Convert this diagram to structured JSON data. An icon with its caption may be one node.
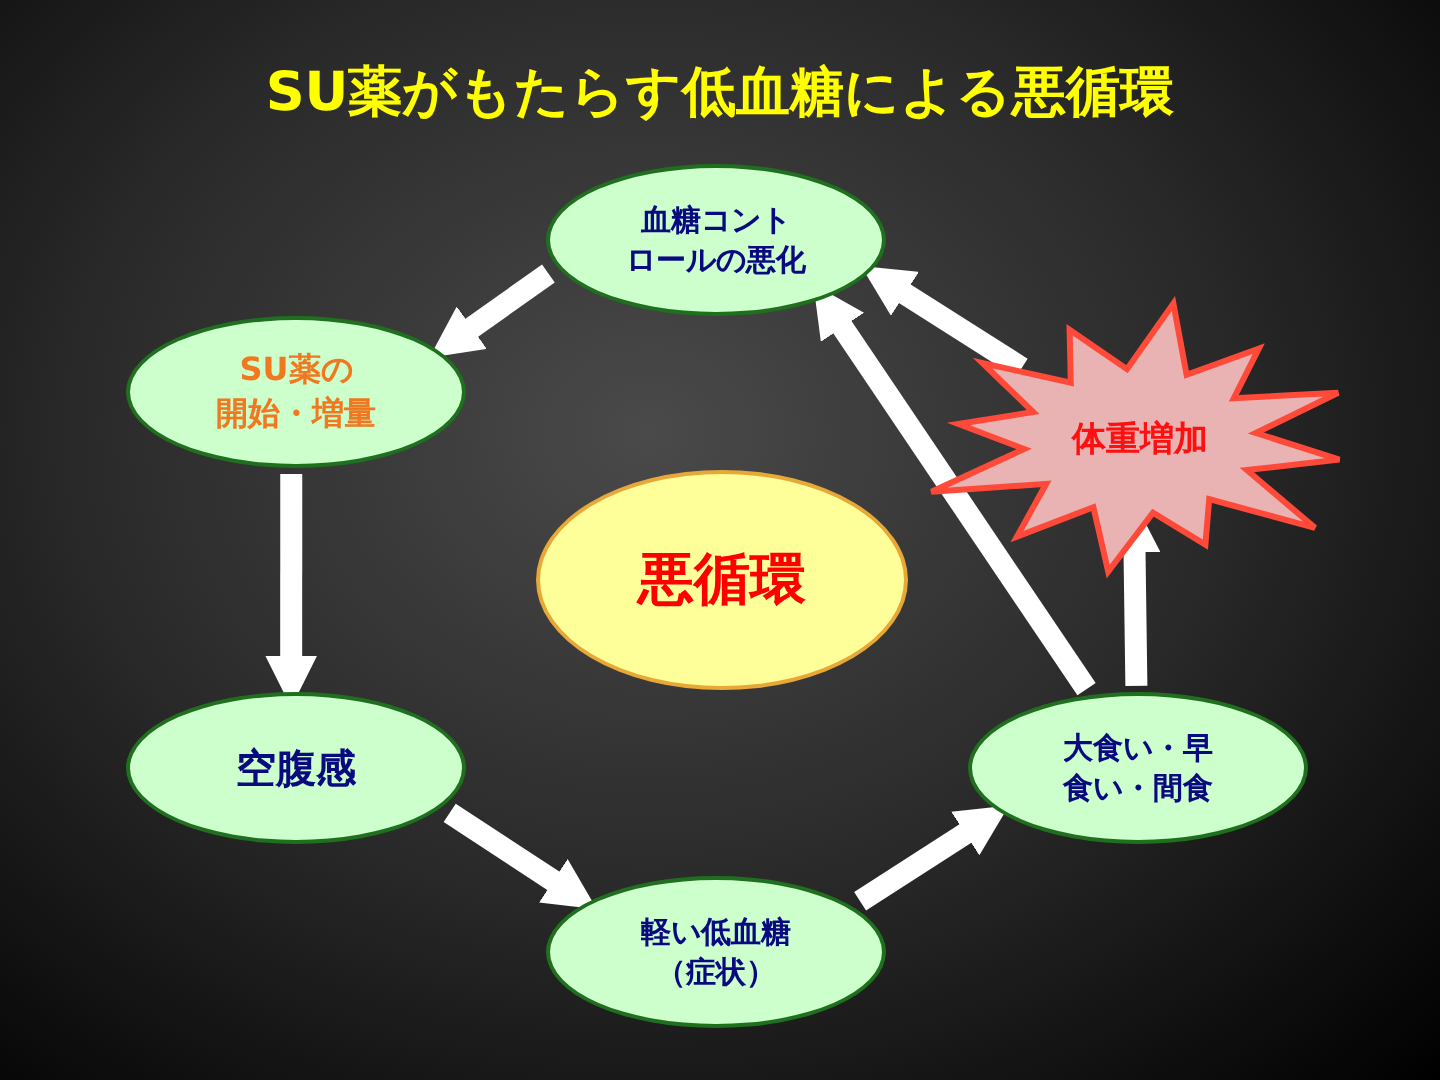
{
  "diagram": {
    "title": "SU薬がもたらす低血糖による悪循環",
    "nodes": [
      {
        "text": [
          "血糖コントロールの悪化"
        ]
      },
      {
        "text": [
          "SU薬の開始・増量"
        ]
      },
      {
        "text": [
          "悪循環"
        ]
      },
      {
        "text": [
          "体重増加"
        ]
      },
      {
        "text": [
          "空腹感"
        ]
      },
      {
        "text": [
          "軽い低血糖（症状）"
        ]
      },
      {
        "text": [
          "大食い・早食い・間食"
        ]
      }
    ],
    "edges": [
      {
        "from": 0,
        "to": 1,
        "arrow": "to"
      },
      {
        "from": 1,
        "to": 4,
        "arrow": "to"
      },
      {
        "from": 4,
        "to": 5,
        "arrow": "to"
      },
      {
        "from": 5,
        "to": 6,
        "arrow": "to"
      },
      {
        "from": 6,
        "to": 0,
        "arrow": "to"
      },
      {
        "from": 6,
        "to": 3,
        "arrow": "to"
      },
      {
        "from": 3,
        "to": 0,
        "arrow": "to"
      }
    ]
  }
}
